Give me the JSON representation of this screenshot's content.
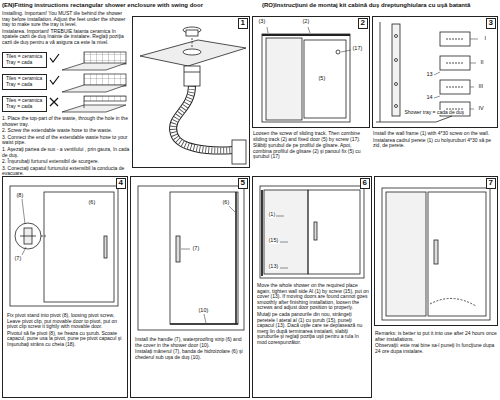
{
  "diagram": {
    "nodes": [
      {
        "text": [
          "Tiles = ceramica",
          "Tray = cada"
        ]
      },
      {
        "text": [
          "Tiles = ceramica",
          "Tray = cada"
        ]
      },
      {
        "text": [
          "Tiles = ceramica",
          "Tray = cada"
        ]
      },
      {
        "text": [
          "1"
        ]
      },
      {
        "text": [
          "2",
          "Loosen the screw of sliding track. Then combine sliding track (2) and fixed door (5) by screw (17).",
          "Slăbiţi şurubul de pe profilul de glisare. Apoi, combina profilul de glisare (2) şi panoul fix (5) cu şurubul (17)"
        ]
      },
      {
        "text": [
          "3",
          "Install the wall frame (1) with 4*30 screw on the wall.",
          "Instalarea cadrul perete (1) cu holşuruburi 4*30 să pe zid, de perete."
        ]
      },
      {
        "text": [
          "4",
          "Fix pivot stand into pivot (8), loosing pivot screw, Leave pivot clip, put movable door to pivot, put on pivot clip screw it tightly with movable door.",
          "Pivotul să fie pivot (8), se freaza cu şurub. Scoate capacul, pune usa la pivot, pune pe pivot capacul şi înşurubaţi strâns cu cheia (18)."
        ]
      },
      {
        "text": [
          "5",
          "Install the handle (7), waterproofing strip (6) and the cover in the shower door (10).",
          "Instalaţi mânerul (7), banda de hidroizolare (6) şi chederul sub uşa de duş (10)."
        ]
      },
      {
        "text": [
          "6",
          "Move the whole shower on the required place again, tighten wall side Al (1) by screw (15), put on cover (13). If moving doors are found cannot goes smoothly after finishing installation, loosen the screws and adjust door position to properly.",
          "Mutaţi pe cada panourile din nou, strângeţi peretele l ateral al (1) cu şurub (15), puneţi capacul (13). Dacă uşile care se deplasează nu merg lin după terminarea instalarii, slabiţi şuruburile şi reglaţi poziţia uşii pentru a rula în mod corespunzător."
        ]
      },
      {
        "text": [
          "7",
          "Remarks: is better to put it into use after 24 hours once after installations.",
          "Observaţii: este mai bine sa-l puneţi în funcţiune dupa 24 ore dupa instalare."
        ]
      }
    ],
    "labels": [
      "(EN)Fitting instructions rectangular shower enclosure with swing door",
      "(RO)Instrucţiuni de montaj kit cabină duş dreptunghiulara cu uşă batantă",
      "Installing. Important! You MUST tile behind the shower tray before installation. Adjust the feet under the shower tray to make sure the tray is level.",
      "Instalarea. Important! TREBUIE faianta ceramica în spatele cazii de duş înainte de instalare. Reglaţi poziţia cazii de duş pentru a vă asigura ca este la nivel.",
      "1. Place the top-part of the waste, through the hole in the shower tray.",
      "2. Screw the extendable waste hose to the waste.",
      "3. Connect the end of the extendable waste hose to your waist pipe.",
      "1. Aşezaţi partea de sus - a ventilului , prin gaura, în cada de duş.",
      "2. Înşurubaţi furtunul extensibil de scurgere.",
      "3. Conectaţi capatul furtunului extensibil la conducta de evacuare.",
      "(3)",
      "(2)",
      "(5)",
      "(17)",
      "I",
      "II",
      "III",
      "IV",
      "13",
      "14",
      "Shower tray = cada de duş",
      "(8)",
      "(7)",
      "(6)",
      "(6)",
      "(7)",
      "(10)",
      "(1)",
      "(15)",
      "(13)"
    ]
  }
}
